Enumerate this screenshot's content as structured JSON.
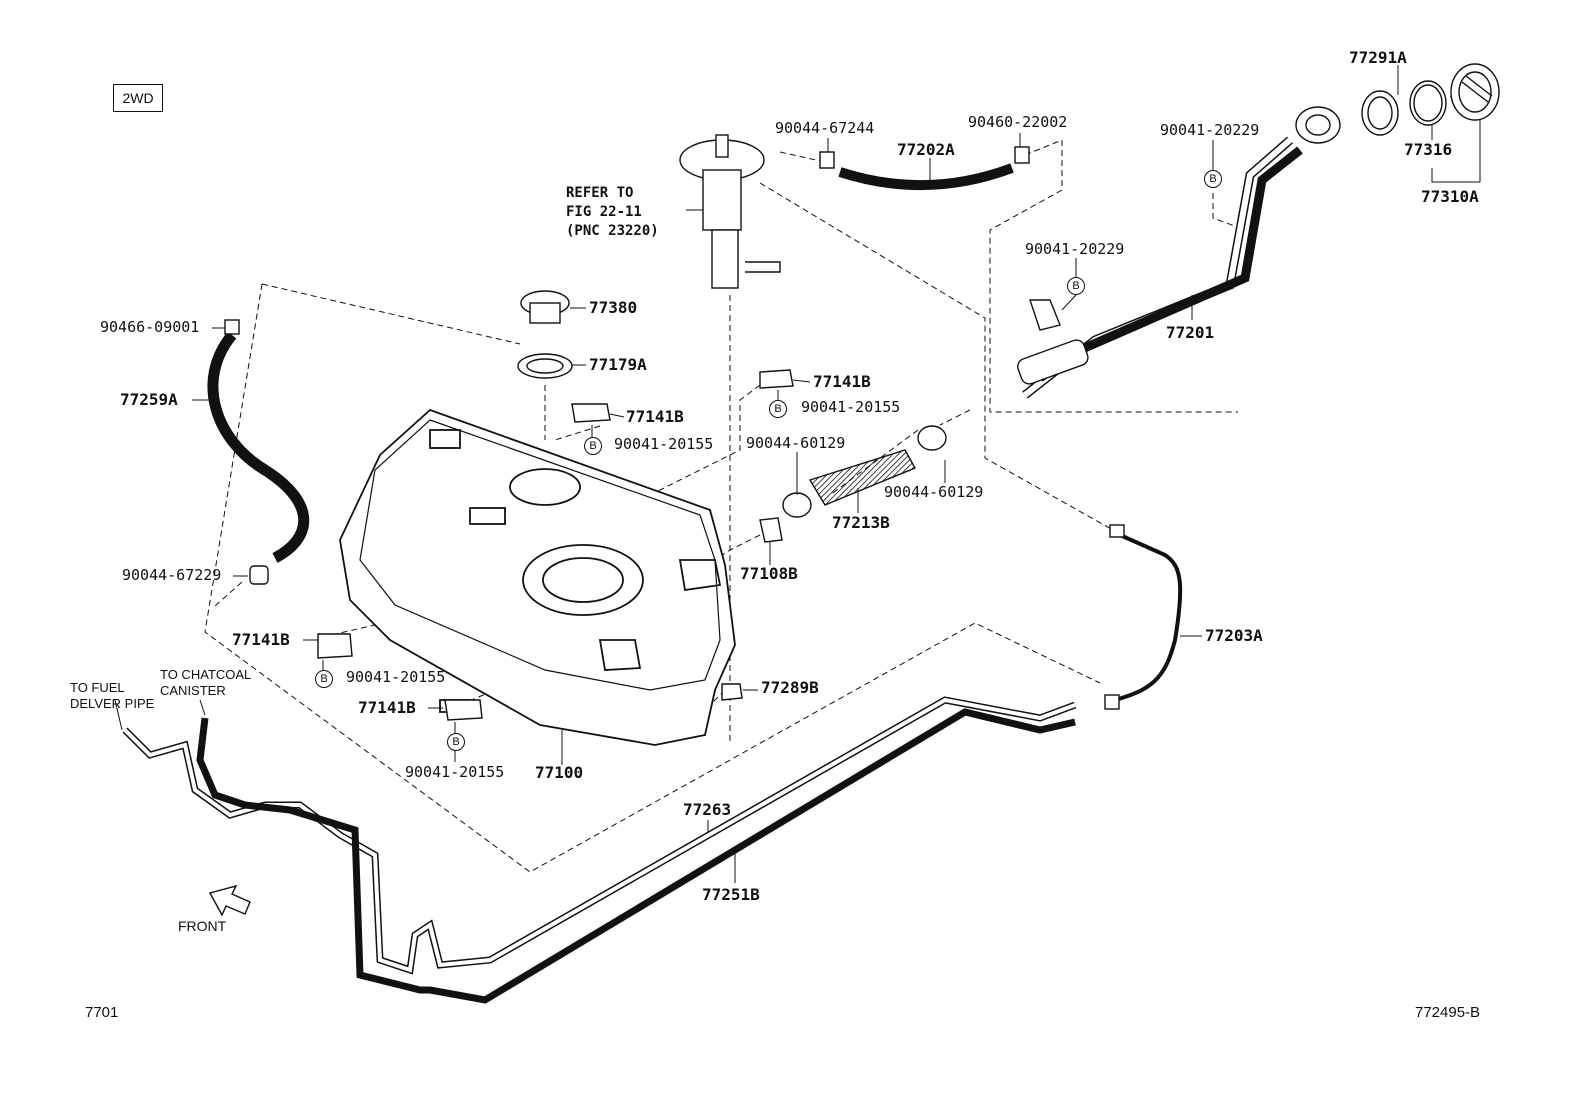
{
  "badge": "2WD",
  "b_marker": "B",
  "parts": {
    "p77291A": "77291A",
    "p77316": "77316",
    "p77310A": "77310A",
    "p90041_20229_a": "90041-20229",
    "p90041_20229_b": "90041-20229",
    "p77201": "77201",
    "p90044_67244": "90044-67244",
    "p90460_22002": "90460-22002",
    "p77202A": "77202A",
    "p77380": "77380",
    "p77179A": "77179A",
    "p90466_09001": "90466-09001",
    "p77259A": "77259A",
    "p77141B_1": "77141B",
    "p90041_20155_1": "90041-20155",
    "p77141B_2": "77141B",
    "p90041_20155_2": "90041-20155",
    "p90044_60129_a": "90044-60129",
    "p90044_60129_b": "90044-60129",
    "p77213B": "77213B",
    "p77108B": "77108B",
    "p90044_67229": "90044-67229",
    "p77141B_3": "77141B",
    "p90041_20155_3": "90041-20155",
    "p77141B_4": "77141B",
    "p90041_20155_4": "90041-20155",
    "p77100": "77100",
    "p77289B": "77289B",
    "p77203A": "77203A",
    "p77263": "77263",
    "p77251B": "77251B"
  },
  "notes": {
    "refer_to": "REFER TO\nFIG 22-11\n(PNC 23220)",
    "to_fuel": "TO FUEL\nDELVER PIPE",
    "to_charcoal": "TO CHATCOAL\nCANISTER",
    "front": "FRONT"
  },
  "footer": {
    "left": "7701",
    "right": "772495-B"
  }
}
